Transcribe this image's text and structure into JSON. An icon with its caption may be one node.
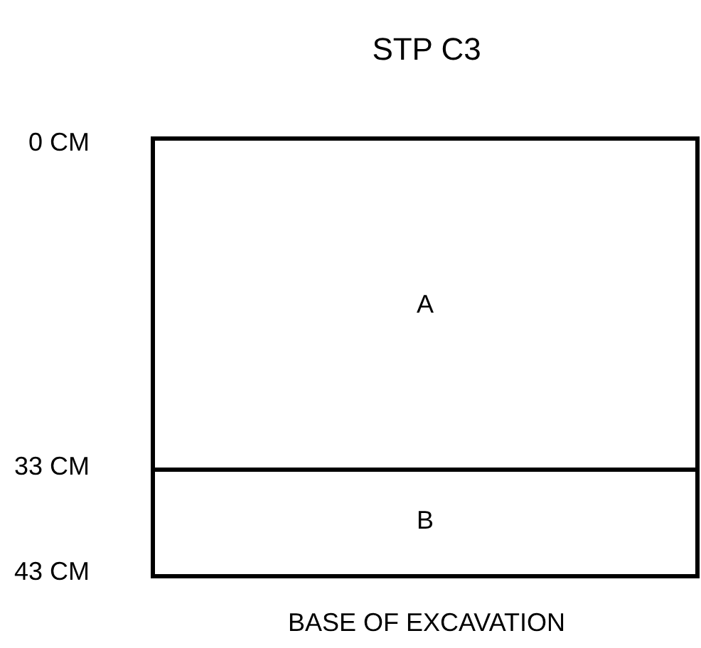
{
  "diagram": {
    "title": "STP C3",
    "nodes": [
      {
        "text": [
          "A"
        ]
      },
      {
        "text": [
          "B"
        ]
      }
    ],
    "edges": [],
    "labels": [
      "0 CM",
      "33 CM",
      "43 CM",
      "BASE OF EXCAVATION"
    ]
  }
}
